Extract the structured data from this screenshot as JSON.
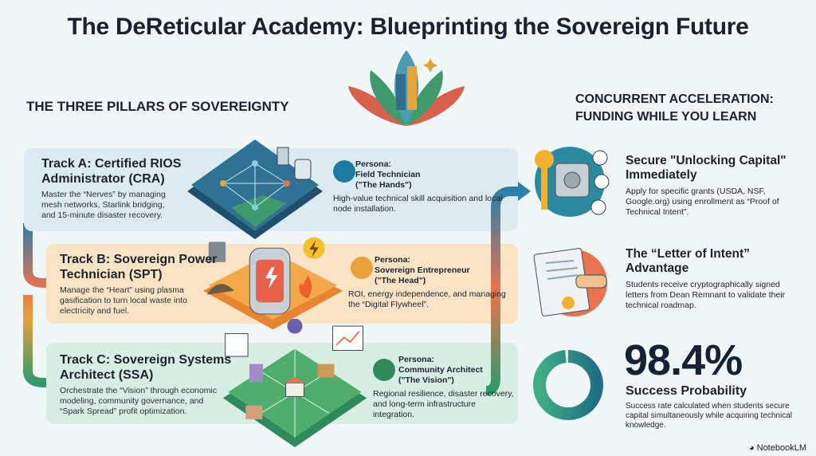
{
  "title": "The DeReticular Academy: Blueprinting the Sovereign Future",
  "pillars": {
    "heading": "THE THREE PILLARS OF SOVEREIGNTY",
    "tracks": [
      {
        "title": "Track A: Certified RIOS Administrator (CRA)",
        "desc": "Master the “Nerves” by managing mesh networks, Starlink bridging, and 15-minute disaster recovery.",
        "persona_label": "Persona:",
        "persona_name": "Field Technician",
        "persona_nick": "(\"The Hands\")",
        "persona_desc": "High-value technical skill acquisition and local node installation.",
        "color": "#dcebf2"
      },
      {
        "title": "Track B: Sovereign Power Technician (SPT)",
        "desc": "Manage the “Heart” using plasma gasification to turn local waste into electricity and fuel.",
        "persona_label": "Persona:",
        "persona_name": "Sovereign Entrepreneur",
        "persona_nick": "(\"The Head\")",
        "persona_desc": "ROI, energy independence, and managing the “Digital Flywheel”.",
        "color": "#fbe4c6"
      },
      {
        "title": "Track C: Sovereign Systems Architect (SSA)",
        "desc": "Orchestrate the “Vision” through economic modeling, community governance, and “Spark Spread” profit optimization.",
        "persona_label": "Persona:",
        "persona_name": "Community Architect",
        "persona_nick": "(\"The Vision\")",
        "persona_desc": "Regional resilience, disaster recovery, and long-term infrastructure integration.",
        "color": "#d7eee4"
      }
    ]
  },
  "funding": {
    "heading": "CONCURRENT ACCELERATION: FUNDING WHILE YOU LEARN",
    "items": [
      {
        "title": "Secure \"Unlocking Capital\" Immediately",
        "desc": "Apply for specific grants (USDA, NSF, Google.org) using enrollment as “Proof of Technical Intent”.",
        "icon": "key-safe-icon"
      },
      {
        "title": "The “Letter of Intent” Advantage",
        "desc": "Students receive cryptographically signed letters from Dean Remnant to validate their technical roadmap.",
        "icon": "letter-handshake-icon"
      }
    ],
    "stat": {
      "value": "98.4%",
      "percent": 98.4,
      "label": "Success Probability",
      "desc": "Success rate calculated when students secure capital simultaneously while acquiring technical knowledge."
    }
  },
  "footer": {
    "brand": "NotebookLM"
  }
}
